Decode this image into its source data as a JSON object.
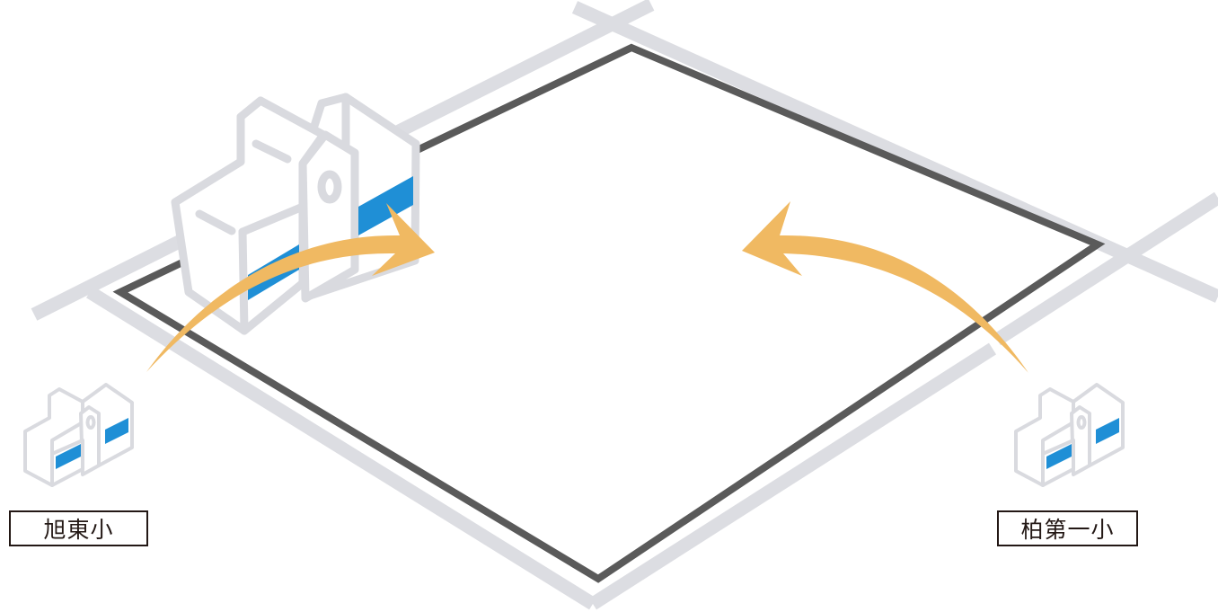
{
  "colors": {
    "road": "#dcdde2",
    "site_outline": "#5a5a5a",
    "building_stroke": "#d9dadf",
    "window_blue": "#1f8fd6",
    "arrow": "#f0b962",
    "label_border": "#231815"
  },
  "schools": {
    "left": {
      "name": "旭東小"
    },
    "right": {
      "name": "柏第一小"
    }
  },
  "arrows": [
    {
      "from": "旭東小",
      "direction": "into-site"
    },
    {
      "from": "柏第一小",
      "direction": "into-site"
    }
  ],
  "icons": [
    "school-building-icon",
    "arrow-icon"
  ]
}
